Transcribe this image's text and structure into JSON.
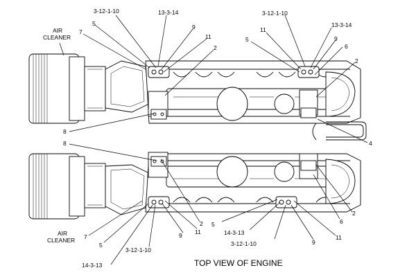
{
  "caption": "TOP VIEW OF ENGINE",
  "callouts": {
    "top_left_3_12_1_10": "3-12-1-10",
    "top_left_13_3_14": "13-3-14",
    "top_left_5": "5",
    "top_left_7": "7",
    "top_left_9": "9",
    "top_left_11": "11",
    "top_left_2": "2",
    "top_left_8": "8",
    "top_left_air_cleaner_1": "AIR",
    "top_left_air_cleaner_2": "CLEANER",
    "top_right_3_12_1_10": "3-12-1-10",
    "top_right_13_3_14": "13-3-14",
    "top_right_11": "11",
    "top_right_5": "5",
    "top_right_9": "9",
    "top_right_6": "6",
    "top_right_2": "2",
    "right_4": "4",
    "bottom_left_8": "8",
    "bottom_left_7": "7",
    "bottom_left_5": "5",
    "bottom_left_air_cleaner_1": "AIR",
    "bottom_left_air_cleaner_2": "CLEANER",
    "bottom_left_2": "2",
    "bottom_left_11": "11",
    "bottom_left_9": "9",
    "bottom_left_3_12_1_10": "3-12-1-10",
    "bottom_left_14_3_13": "14-3-13",
    "bottom_right_5": "5",
    "bottom_right_14_3_13": "14-3-13",
    "bottom_right_3_12_1_10": "3-12-1-10",
    "bottom_right_9": "9",
    "bottom_right_11": "11",
    "bottom_right_6": "6",
    "bottom_right_2": "2"
  }
}
